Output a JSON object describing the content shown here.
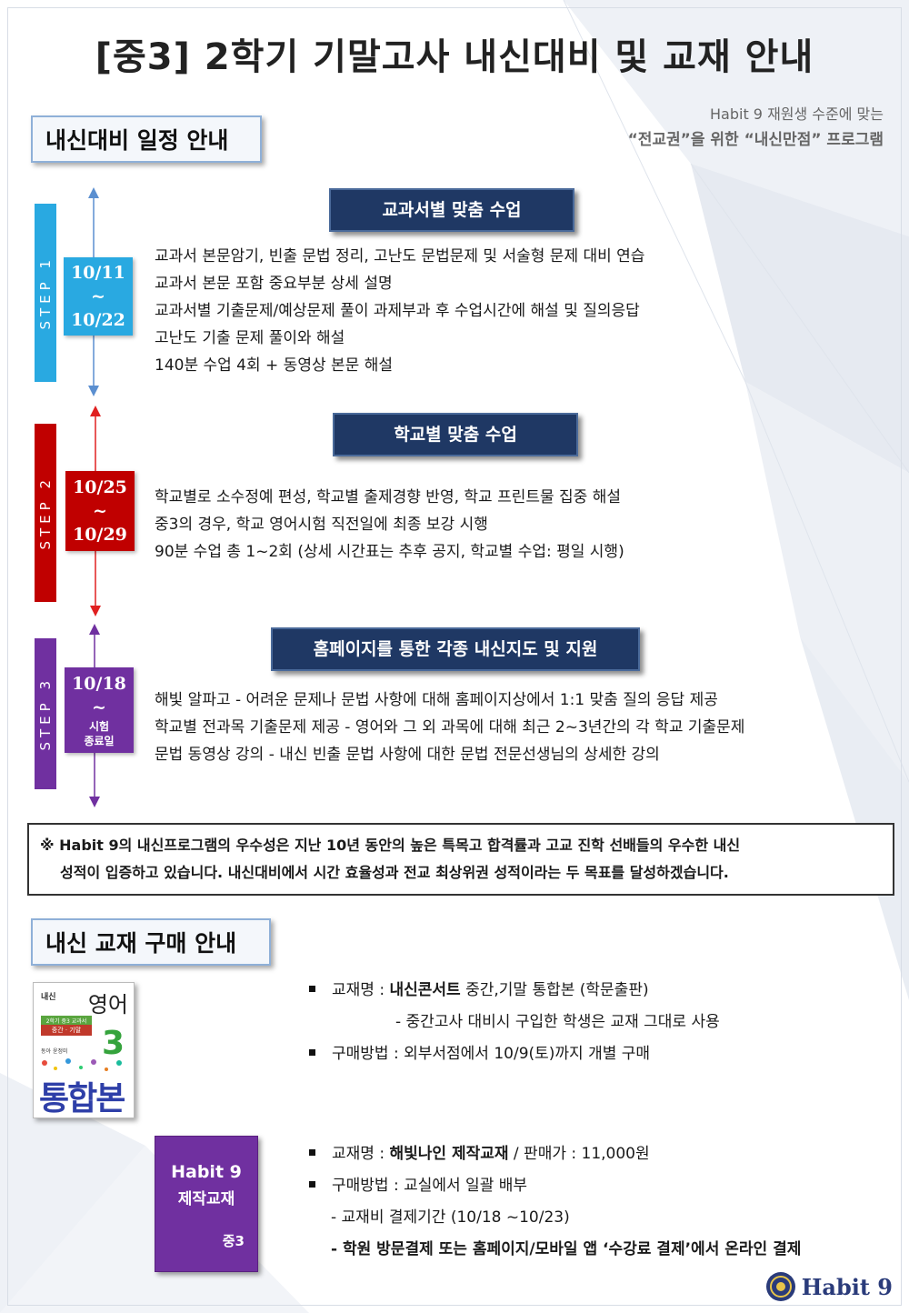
{
  "title": "[중3]  2학기 기말고사 내신대비 및 교재 안내",
  "schedule_section": "내신대비 일정 안내",
  "tagline": {
    "line1": "Habit 9 재원생 수준에 맞는",
    "line2": "“전교권”을 위한 “내신만점” 프로그램"
  },
  "steps": [
    {
      "label": "STEP 1",
      "header": "교과서별 맞춤 수업",
      "date_start": "10/11",
      "date_sep": "~",
      "date_end": "10/22",
      "color": "#29a9e1",
      "items": [
        "교과서 본문암기, 빈출 문법 정리, 고난도 문법문제 및 서술형 문제 대비 연습",
        "교과서 본문 포함 중요부분 상세 설명",
        "교과서별 기출문제/예상문제 풀이 과제부과 후 수업시간에 해설 및 질의응답",
        "고난도 기출 문제 풀이와 해설",
        "140분 수업  4회  + 동영상 본문 해설"
      ]
    },
    {
      "label": "STEP 2",
      "header": "학교별 맞춤 수업",
      "date_start": "10/25",
      "date_sep": "~",
      "date_end": "10/29",
      "color": "#c00000",
      "items": [
        "학교별로 소수정예 편성, 학교별 출제경향 반영, 학교 프린트물 집중 해설",
        "중3의 경우, 학교 영어시험 직전일에 최종 보강 시행",
        "90분 수업 총 1~2회  (상세 시간표는 추후 공지, 학교별 수업: 평일 시행)"
      ]
    },
    {
      "label": "STEP 3",
      "header": "홈페이지를 통한 각종 내신지도 및 지원",
      "date_start": "10/18",
      "date_sep": "~",
      "date_end_line1": "시험",
      "date_end_line2": "종료일",
      "color": "#7030a0",
      "items": [
        "해빛 알파고  -   어려운  문제나 문법 사항에 대해 홈페이지상에서 1:1 맞춤 질의 응답 제공",
        "학교별 전과목 기출문제 제공  -  영어와 그 외 과목에 대해 최근 2~3년간의 각 학교 기출문제",
        "문법 동영상 강의  -  내신 빈출 문법 사항에 대한 문법 전문선생님의 상세한 강의"
      ]
    }
  ],
  "note": {
    "line1": "※  Habit 9의 내신프로그램의 우수성은 지난 10년 동안의  높은 특목고 합격률과 고교 진학 선배들의 우수한 내신",
    "line2": "성적이 입증하고 있습니다. 내신대비에서 시간 효율성과 전교 최상위권 성적이라는 두 목표를 달성하겠습니다."
  },
  "textbook_section": "내신 교재 구매 안내",
  "book": {
    "small_title": "내신",
    "subtitle_line1": "2학기 중3 교과서",
    "subtitle_line2": "중간 · 기말",
    "publisher": "동아 윤정미",
    "subject": "영어",
    "grade": "3",
    "big_text": "통합본"
  },
  "purchase1": {
    "name_prefix": "교재명 : ",
    "name_bold": "내신콘서트",
    "name_suffix": " 중간,기말  통합본 (학문출판)",
    "note": "-  중간고사 대비시 구입한 학생은 교재 그대로 사용",
    "method": "구매방법 : 외부서점에서 10/9(토)까지 개별 구매"
  },
  "purple_box": {
    "line1": "Habit 9",
    "line2": "제작교재",
    "line3": "중3"
  },
  "purchase2": {
    "name_prefix": "교재명 : ",
    "name_bold": "해빛나인 제작교재",
    "name_suffix": " / 판매가 : 11,000원",
    "method": "구매방법 : 교실에서 일괄 배부",
    "period": "- 교재비 결제기간 (10/18 ~10/23)",
    "online": "- 학원 방문결제 또는 홈페이지/모바일 앱 ‘수강료 결제’에서 온라인 결제"
  },
  "logo_text": "Habit 9"
}
